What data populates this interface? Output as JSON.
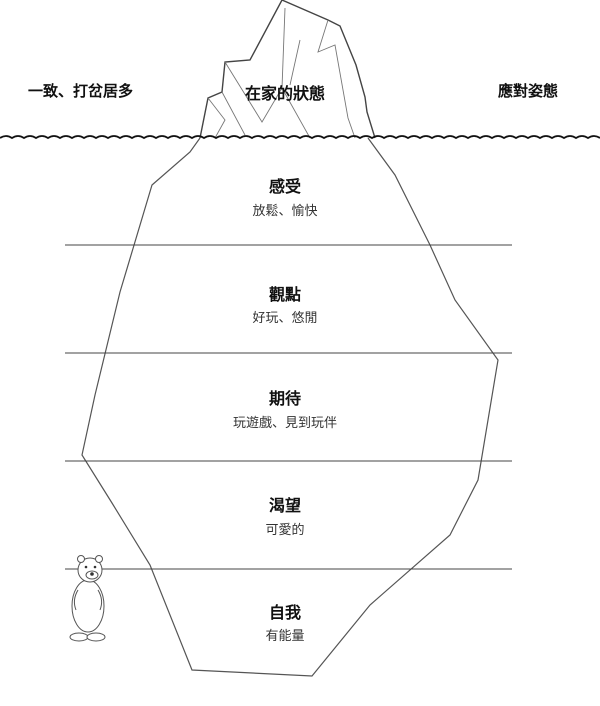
{
  "header": {
    "left": "一致、打岔居多",
    "center": "在家的狀態",
    "right": "應對姿態"
  },
  "layers": [
    {
      "title": "感受",
      "desc": "放鬆、愉快"
    },
    {
      "title": "觀點",
      "desc": "好玩、悠閒"
    },
    {
      "title": "期待",
      "desc": "玩遊戲、見到玩伴"
    },
    {
      "title": "渴望",
      "desc": "可愛的"
    },
    {
      "title": "自我",
      "desc": "有能量"
    }
  ]
}
